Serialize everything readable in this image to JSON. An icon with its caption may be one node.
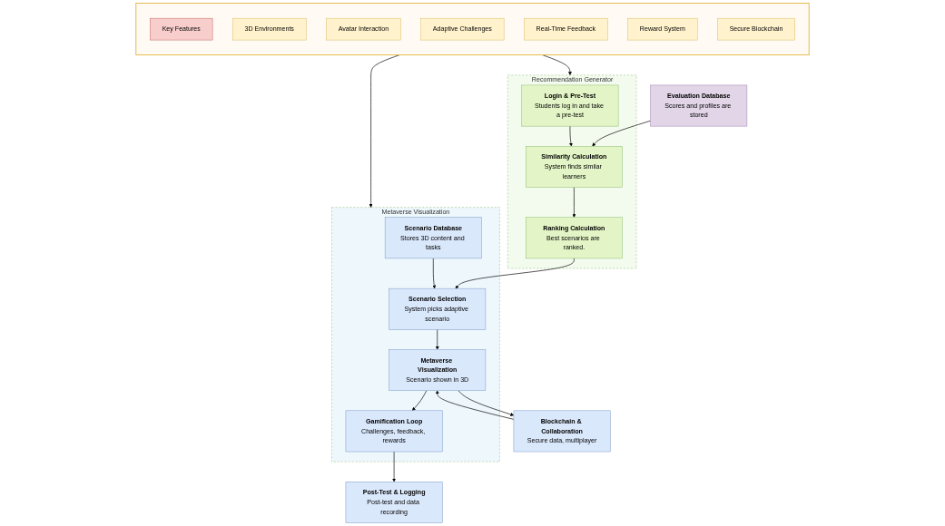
{
  "diagram": {
    "nodes": [
      {
        "text": [
          "Evaluation Database",
          "Scores and profiles are stored"
        ]
      },
      {
        "text": [
          "Recommendation Generator"
        ]
      },
      {
        "text": [
          "Login & Pre-Test",
          "Students log in and take a pre-test"
        ],
        "in": 1
      },
      {
        "text": [
          "Similarity Calculation",
          "System finds similar learners"
        ],
        "in": 1
      },
      {
        "text": [
          "Ranking Calculation",
          "Best scenarios are ranked."
        ],
        "in": 1
      },
      {
        "text": [
          "Metaverse Visualization"
        ]
      },
      {
        "text": [
          "Gamification Loop",
          "Challenges, feedback, rewards"
        ],
        "in": 5
      },
      {
        "text": [
          "Metaverse Visualization",
          "Scenario shown in 3D"
        ],
        "in": 5
      },
      {
        "text": [
          "Scenario Selection",
          "System picks adaptive scenario"
        ],
        "in": 5
      },
      {
        "text": [
          "Scenario Database",
          "Stores 3D content and tasks"
        ],
        "in": 5
      },
      {
        "text": [
          "Post-Test & Logging",
          "Post-test and data recording"
        ]
      },
      {
        "text": [
          "Blockchain & Collaboration",
          "Secure data, multiplayer"
        ]
      },
      {
        "text": [],
        "shape": "box"
      },
      {
        "text": [
          "Key Features"
        ],
        "in": 12
      },
      {
        "text": [
          "3D Environments"
        ],
        "in": 12
      },
      {
        "text": [
          "Avatar Interaction"
        ],
        "in": 12
      },
      {
        "text": [
          "Adaptive Challenges"
        ],
        "in": 12
      },
      {
        "text": [
          "Real-Time Feedback"
        ],
        "in": 12
      },
      {
        "text": [
          "Reward System"
        ],
        "in": 12
      },
      {
        "text": [
          "Secure Blockchain"
        ],
        "in": 12
      }
    ],
    "edges": [
      {
        "from": 0,
        "to": 3,
        "arrow": "to"
      },
      {
        "from": 2,
        "to": 3,
        "arrow": "to"
      },
      {
        "from": 3,
        "to": 4,
        "arrow": "to"
      },
      {
        "from": 4,
        "to": 8,
        "arrow": "to"
      },
      {
        "from": 12,
        "to": 1,
        "arrow": "to"
      },
      {
        "from": 9,
        "to": 8,
        "arrow": "to"
      },
      {
        "from": 8,
        "to": 7,
        "arrow": "to"
      },
      {
        "from": 7,
        "to": 6,
        "arrow": "to"
      },
      {
        "from": 6,
        "to": 10,
        "arrow": "to"
      },
      {
        "from": 7,
        "to": 11,
        "arrow": "to"
      },
      {
        "from": 11,
        "to": 7,
        "arrow": "to"
      },
      {
        "from": 12,
        "to": 5,
        "arrow": "to"
      }
    ]
  }
}
